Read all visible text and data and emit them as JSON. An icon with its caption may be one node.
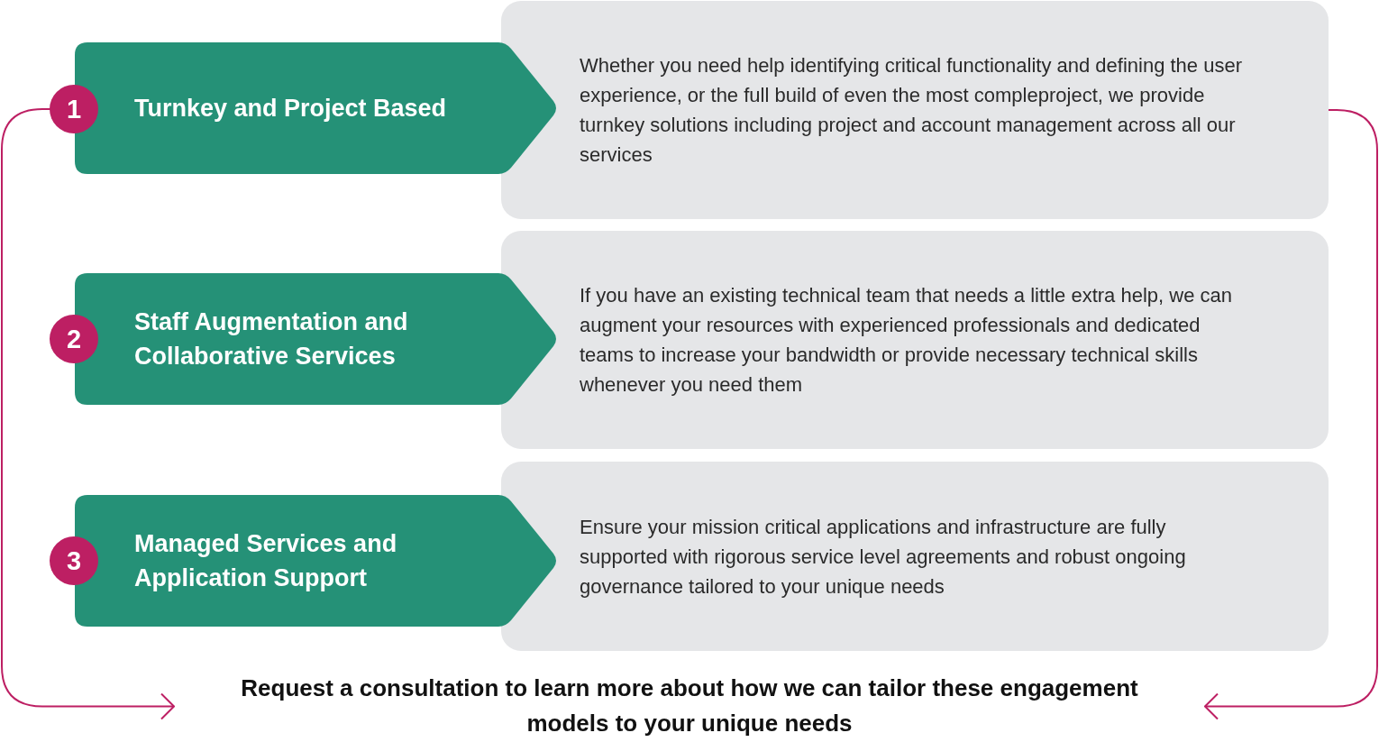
{
  "diagram": {
    "nodes": [
      {
        "text": [
          "1"
        ]
      },
      {
        "text": [
          "Turnkey and Project Based"
        ]
      },
      {
        "text": [
          "Whether you need help identifying critical functionality and defining the user experience, or the full build of even the most compleproject, we provide turnkey solutions including project and account management across all our services"
        ]
      },
      {
        "text": [
          "2"
        ]
      },
      {
        "text": [
          "Staff Augmentation and Collaborative Services"
        ]
      },
      {
        "text": [
          "If you have an existing technical team that needs a little extra help, we can augment your resources with experienced professionals and dedicated teams to increase your bandwidth or provide necessary technical skills whenever you need them"
        ]
      },
      {
        "text": [
          "3"
        ]
      },
      {
        "text": [
          "Managed Services and Application Support"
        ]
      },
      {
        "text": [
          "Ensure your mission critical applications and infrastructure are fully supported with rigorous service level agreements and robust ongoing governance tailored to your unique needs"
        ]
      },
      {
        "text": [
          "Request a consultation to learn more about how we can tailor these engagement models to your unique needs"
        ]
      }
    ],
    "edges": [
      {
        "from": 0,
        "to": 9,
        "arrow": "to"
      },
      {
        "from": 2,
        "to": 9,
        "arrow": "to"
      }
    ]
  }
}
